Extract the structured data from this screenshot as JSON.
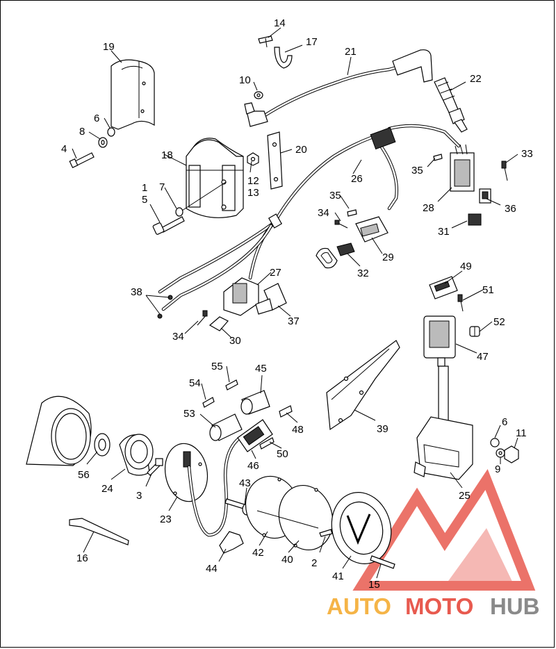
{
  "diagram": {
    "part_labels": [
      "1",
      "2",
      "3",
      "4",
      "5",
      "6",
      "6",
      "7",
      "8",
      "9",
      "10",
      "11",
      "12",
      "13",
      "14",
      "15",
      "16",
      "17",
      "18",
      "19",
      "20",
      "21",
      "22",
      "23",
      "24",
      "25",
      "26",
      "27",
      "28",
      "29",
      "30",
      "31",
      "32",
      "33",
      "34",
      "34",
      "35",
      "35",
      "36",
      "37",
      "38",
      "39",
      "40",
      "41",
      "42",
      "43",
      "44",
      "45",
      "46",
      "47",
      "48",
      "49",
      "50",
      "51",
      "52",
      "53",
      "54",
      "55",
      "56"
    ]
  },
  "watermark": {
    "word_part1": "AUTO",
    "word_part2": "MOTO",
    "word_part3": "HUB",
    "color_orange": "#f5b447",
    "color_red": "#e85a4f",
    "color_gray": "#8a8a8a"
  }
}
